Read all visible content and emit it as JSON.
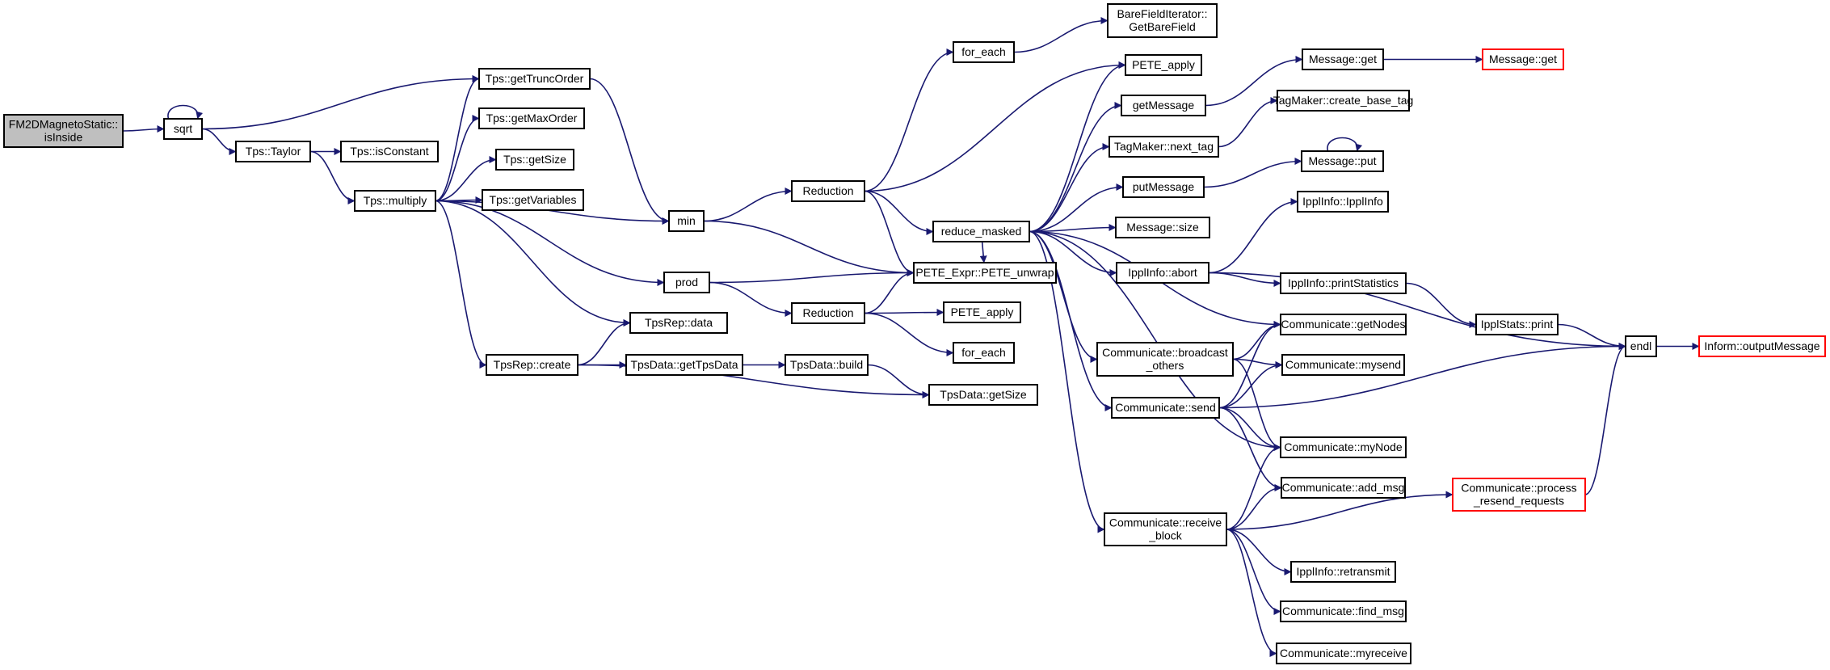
{
  "graph": {
    "colors": {
      "edge": "#191970",
      "root_fill": "#bfbfbf",
      "external_border": "#ff0000",
      "node_border": "#000000"
    },
    "nodes": [
      {
        "id": "root",
        "lines": [
          "FM2DMagnetoStatic::",
          "isInside"
        ],
        "root": true
      },
      {
        "id": "sqrt",
        "lines": [
          "sqrt"
        ]
      },
      {
        "id": "getTruncOrder",
        "lines": [
          "Tps::getTruncOrder"
        ]
      },
      {
        "id": "taylor",
        "lines": [
          "Tps::Taylor"
        ]
      },
      {
        "id": "isConstant",
        "lines": [
          "Tps::isConstant"
        ]
      },
      {
        "id": "getMaxOrder",
        "lines": [
          "Tps::getMaxOrder"
        ]
      },
      {
        "id": "getSize",
        "lines": [
          "Tps::getSize"
        ]
      },
      {
        "id": "multiply",
        "lines": [
          "Tps::multiply"
        ]
      },
      {
        "id": "getVariables",
        "lines": [
          "Tps::getVariables"
        ]
      },
      {
        "id": "min",
        "lines": [
          "min"
        ]
      },
      {
        "id": "prod",
        "lines": [
          "prod"
        ]
      },
      {
        "id": "tpsrepData",
        "lines": [
          "TpsRep::data"
        ]
      },
      {
        "id": "tpsrepCreate",
        "lines": [
          "TpsRep::create"
        ]
      },
      {
        "id": "getTpsData",
        "lines": [
          "TpsData::getTpsData"
        ]
      },
      {
        "id": "tpsdataBuild",
        "lines": [
          "TpsData::build"
        ]
      },
      {
        "id": "tpsdataGetSize",
        "lines": [
          "TpsData::getSize"
        ]
      },
      {
        "id": "reduction1",
        "lines": [
          "Reduction"
        ]
      },
      {
        "id": "reduction2",
        "lines": [
          "Reduction"
        ]
      },
      {
        "id": "forEach1",
        "lines": [
          "for_each"
        ]
      },
      {
        "id": "forEach2",
        "lines": [
          "for_each"
        ]
      },
      {
        "id": "bareField",
        "lines": [
          "BareFieldIterator::",
          "GetBareField"
        ]
      },
      {
        "id": "peteApply1",
        "lines": [
          "PETE_apply"
        ]
      },
      {
        "id": "peteApply2",
        "lines": [
          "PETE_apply"
        ]
      },
      {
        "id": "peteUnwrap",
        "lines": [
          "PETE_Expr::PETE_unwrap"
        ]
      },
      {
        "id": "reduceMasked",
        "lines": [
          "reduce_masked"
        ]
      },
      {
        "id": "getMessage",
        "lines": [
          "getMessage"
        ]
      },
      {
        "id": "nextTag",
        "lines": [
          "TagMaker::next_tag"
        ]
      },
      {
        "id": "putMessage",
        "lines": [
          "putMessage"
        ]
      },
      {
        "id": "messageSize",
        "lines": [
          "Message::size"
        ]
      },
      {
        "id": "ipplAbort",
        "lines": [
          "IpplInfo::abort"
        ]
      },
      {
        "id": "broadcast",
        "lines": [
          "Communicate::broadcast",
          "_others"
        ]
      },
      {
        "id": "send",
        "lines": [
          "Communicate::send"
        ]
      },
      {
        "id": "receiveBlock",
        "lines": [
          "Communicate::receive",
          "_block"
        ]
      },
      {
        "id": "messageGet",
        "lines": [
          "Message::get"
        ]
      },
      {
        "id": "messageGetExt",
        "lines": [
          "Message::get"
        ],
        "external": true
      },
      {
        "id": "createBaseTag",
        "lines": [
          "TagMaker::create_base_tag"
        ]
      },
      {
        "id": "messagePut",
        "lines": [
          "Message::put"
        ]
      },
      {
        "id": "ipplInfoCtor",
        "lines": [
          "IpplInfo::IpplInfo"
        ]
      },
      {
        "id": "printStatistics",
        "lines": [
          "IpplInfo::printStatistics"
        ]
      },
      {
        "id": "ipplStatsPrint",
        "lines": [
          "IpplStats::print"
        ]
      },
      {
        "id": "getNodes",
        "lines": [
          "Communicate::getNodes"
        ]
      },
      {
        "id": "mysend",
        "lines": [
          "Communicate::mysend"
        ]
      },
      {
        "id": "myNode",
        "lines": [
          "Communicate::myNode"
        ]
      },
      {
        "id": "addMsg",
        "lines": [
          "Communicate::add_msg"
        ]
      },
      {
        "id": "processResend",
        "lines": [
          "Communicate::process",
          "_resend_requests"
        ],
        "external": true
      },
      {
        "id": "retransmit",
        "lines": [
          "IpplInfo::retransmit"
        ]
      },
      {
        "id": "findMsg",
        "lines": [
          "Communicate::find_msg"
        ]
      },
      {
        "id": "myreceive",
        "lines": [
          "Communicate::myreceive"
        ]
      },
      {
        "id": "endl",
        "lines": [
          "endl"
        ]
      },
      {
        "id": "outputMessage",
        "lines": [
          "Inform::outputMessage"
        ],
        "external": true
      }
    ],
    "edges": [
      [
        "root",
        "sqrt"
      ],
      [
        "sqrt",
        "sqrt"
      ],
      [
        "sqrt",
        "getTruncOrder"
      ],
      [
        "sqrt",
        "taylor"
      ],
      [
        "taylor",
        "isConstant"
      ],
      [
        "taylor",
        "multiply"
      ],
      [
        "multiply",
        "getTruncOrder"
      ],
      [
        "multiply",
        "getMaxOrder"
      ],
      [
        "multiply",
        "getSize"
      ],
      [
        "multiply",
        "getVariables"
      ],
      [
        "multiply",
        "min"
      ],
      [
        "multiply",
        "prod"
      ],
      [
        "multiply",
        "tpsrepData"
      ],
      [
        "multiply",
        "tpsrepCreate"
      ],
      [
        "getTruncOrder",
        "min"
      ],
      [
        "min",
        "reduction1"
      ],
      [
        "min",
        "peteUnwrap"
      ],
      [
        "prod",
        "peteUnwrap"
      ],
      [
        "prod",
        "reduction2"
      ],
      [
        "tpsrepCreate",
        "tpsrepData"
      ],
      [
        "tpsrepCreate",
        "getTpsData"
      ],
      [
        "tpsrepCreate",
        "tpsdataGetSize"
      ],
      [
        "getTpsData",
        "tpsdataBuild"
      ],
      [
        "tpsdataBuild",
        "tpsdataGetSize"
      ],
      [
        "reduction1",
        "forEach1"
      ],
      [
        "reduction1",
        "peteApply1"
      ],
      [
        "reduction1",
        "reduceMasked"
      ],
      [
        "reduction1",
        "peteUnwrap"
      ],
      [
        "forEach1",
        "bareField"
      ],
      [
        "reduction2",
        "peteApply2"
      ],
      [
        "reduction2",
        "forEach2"
      ],
      [
        "reduction2",
        "peteUnwrap"
      ],
      [
        "reduceMasked",
        "peteApply1"
      ],
      [
        "reduceMasked",
        "getMessage"
      ],
      [
        "reduceMasked",
        "nextTag"
      ],
      [
        "reduceMasked",
        "putMessage"
      ],
      [
        "reduceMasked",
        "messageSize"
      ],
      [
        "reduceMasked",
        "ipplAbort"
      ],
      [
        "reduceMasked",
        "getNodes"
      ],
      [
        "reduceMasked",
        "broadcast"
      ],
      [
        "reduceMasked",
        "send"
      ],
      [
        "reduceMasked",
        "myNode"
      ],
      [
        "reduceMasked",
        "receiveBlock"
      ],
      [
        "reduceMasked",
        "peteUnwrap"
      ],
      [
        "getMessage",
        "messageGet"
      ],
      [
        "messageGet",
        "messageGetExt"
      ],
      [
        "nextTag",
        "createBaseTag"
      ],
      [
        "putMessage",
        "messagePut"
      ],
      [
        "messagePut",
        "messagePut"
      ],
      [
        "ipplAbort",
        "ipplInfoCtor"
      ],
      [
        "ipplAbort",
        "printStatistics"
      ],
      [
        "ipplAbort",
        "endl"
      ],
      [
        "printStatistics",
        "ipplStatsPrint"
      ],
      [
        "ipplStatsPrint",
        "endl"
      ],
      [
        "broadcast",
        "getNodes"
      ],
      [
        "broadcast",
        "mysend"
      ],
      [
        "broadcast",
        "myNode"
      ],
      [
        "send",
        "getNodes"
      ],
      [
        "send",
        "mysend"
      ],
      [
        "send",
        "myNode"
      ],
      [
        "send",
        "addMsg"
      ],
      [
        "send",
        "endl"
      ],
      [
        "receiveBlock",
        "myNode"
      ],
      [
        "receiveBlock",
        "addMsg"
      ],
      [
        "receiveBlock",
        "processResend"
      ],
      [
        "receiveBlock",
        "retransmit"
      ],
      [
        "receiveBlock",
        "findMsg"
      ],
      [
        "receiveBlock",
        "myreceive"
      ],
      [
        "processResend",
        "endl"
      ],
      [
        "endl",
        "outputMessage"
      ]
    ]
  }
}
